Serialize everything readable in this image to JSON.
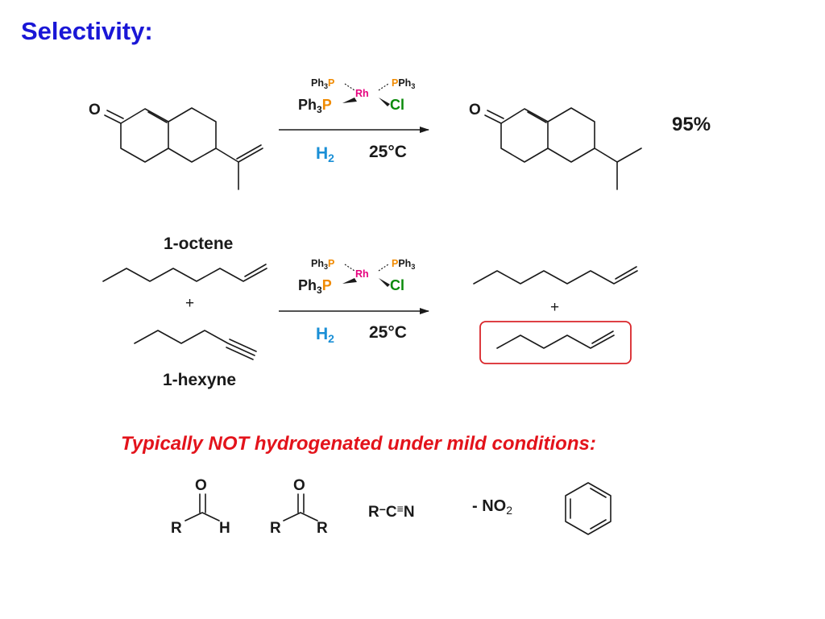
{
  "title": "Selectivity:",
  "colors": {
    "title": "#1a17d6",
    "note": "#e3131b",
    "phosphorus": "#f08a00",
    "rhodium": "#e6007e",
    "chlorine": "#0a8a0a",
    "hydrogen": "#1a8fd6",
    "box": "#d9252a"
  },
  "catalyst": {
    "ph3": "Ph",
    "ph3_sub": "3",
    "p": "P",
    "rh": "Rh",
    "cl": "Cl"
  },
  "conditions": {
    "h2_main": "H",
    "h2_sub": "2",
    "temp": "25°C"
  },
  "reaction1": {
    "reactant_o": "O",
    "product_o": "O",
    "yield": "95%"
  },
  "reaction2": {
    "octene_label": "1-octene",
    "hexyne_label": "1-hexyne",
    "plus_left": "+",
    "plus_right": "+"
  },
  "note": "Typically NOT hydrogenated under mild conditions:",
  "groups": {
    "aldehyde": {
      "o": "O",
      "r": "R",
      "h": "H"
    },
    "ketone": {
      "o": "O",
      "r1": "R",
      "r2": "R"
    },
    "nitrile": {
      "r": "R",
      "dash": "−",
      "c": "C",
      "triple": "≡",
      "n": "N"
    },
    "nitro": {
      "prefix": "- NO",
      "sub": "2"
    }
  }
}
